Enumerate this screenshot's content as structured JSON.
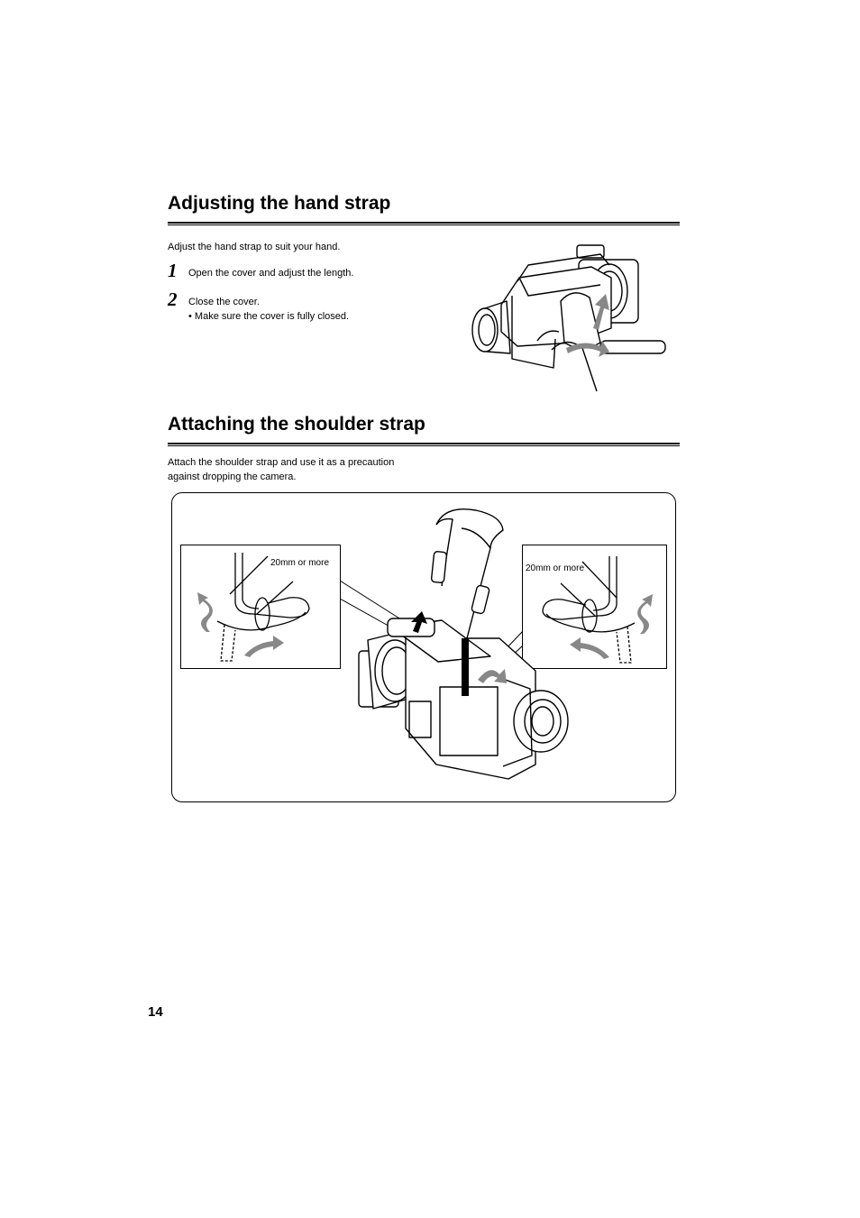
{
  "section1": {
    "title": "Adjusting the hand strap",
    "intro": "Adjust the hand strap to suit your hand.",
    "steps": [
      {
        "num": "1",
        "text": "Open the cover and adjust the length."
      },
      {
        "num": "2",
        "text": "Close the cover.",
        "bullet": "•  Make sure the cover is fully closed."
      }
    ]
  },
  "section2": {
    "title": "Attaching the shoulder strap",
    "intro_line1": "Attach the shoulder strap and use it as a precaution",
    "intro_line2": "against dropping the camera.",
    "left_label": "20mm or more",
    "right_label": "20mm or more"
  },
  "page_number": "14"
}
